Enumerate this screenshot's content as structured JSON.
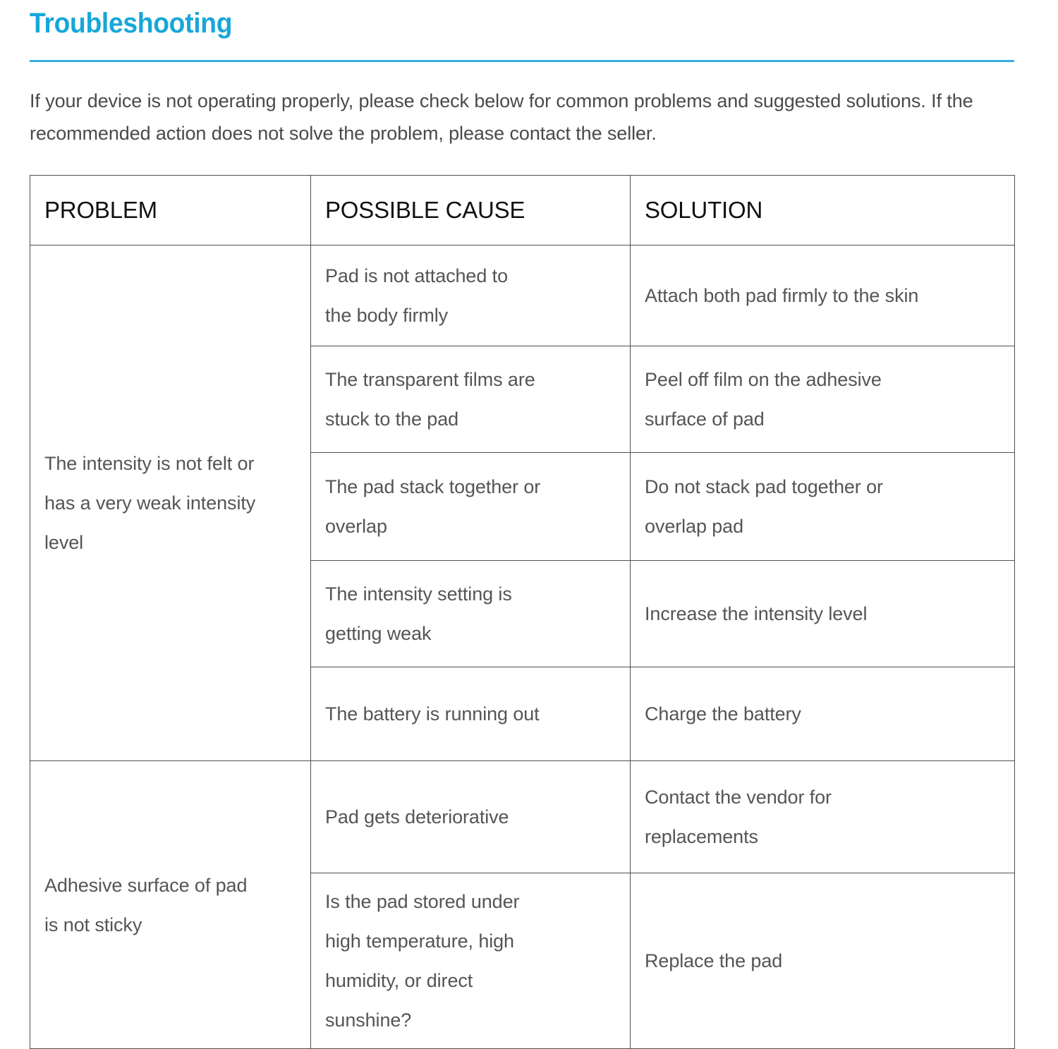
{
  "section": {
    "title": "Troubleshooting",
    "intro": "If your device is not operating properly, please check below for common problems and suggested solutions. If the recommended action does not solve the problem, please contact the seller.",
    "accent_color": "#17a7d9",
    "rule_color": "#37acdd",
    "body_text_color": "#555555",
    "border_color": "#4f4f4f"
  },
  "table": {
    "headers": {
      "problem": "PROBLEM",
      "possible_cause": "POSSIBLE CAUSE",
      "solution": "SOLUTION"
    },
    "groups": [
      {
        "problem": "The intensity is not felt or has a very weak intensity level",
        "problem_lines": [
          "The intensity is not felt or",
          "has a very weak intensity",
          "level"
        ],
        "rows": [
          {
            "cause": "Pad is not attached to the body firmly",
            "cause_lines": [
              "Pad is not attached to",
              "the body firmly"
            ],
            "solution": "Attach both pad firmly to the skin",
            "solution_lines": [
              "Attach both pad firmly to the skin"
            ]
          },
          {
            "cause": "The transparent films are stuck to the pad",
            "cause_lines": [
              "The transparent films are",
              "stuck to the pad"
            ],
            "solution": "Peel off film on the adhesive surface of pad",
            "solution_lines": [
              "Peel off film on the adhesive",
              "surface of pad"
            ]
          },
          {
            "cause": "The pad stack together or overlap",
            "cause_lines": [
              "The pad stack together or",
              "overlap"
            ],
            "solution": "Do not stack pad together or overlap pad",
            "solution_lines": [
              "Do not stack pad together or",
              "overlap pad"
            ]
          },
          {
            "cause": "The intensity setting is getting weak",
            "cause_lines": [
              "The intensity setting is",
              "getting weak"
            ],
            "solution": "Increase the intensity level",
            "solution_lines": [
              "Increase the intensity level"
            ]
          },
          {
            "cause": "The battery is running out",
            "cause_lines": [
              "The battery is running out"
            ],
            "solution": "Charge the battery",
            "solution_lines": [
              "Charge the battery"
            ]
          }
        ]
      },
      {
        "problem": "Adhesive surface of pad is not sticky",
        "problem_lines": [
          "Adhesive surface of pad",
          "is not sticky"
        ],
        "rows": [
          {
            "cause": "Pad gets deteriorative",
            "cause_lines": [
              "Pad gets deteriorative"
            ],
            "solution": "Contact the vendor for replacements",
            "solution_lines": [
              "Contact the vendor for",
              "replacements"
            ]
          },
          {
            "cause": "Is the pad stored under high temperature, high humidity, or direct sunshine?",
            "cause_lines": [
              "Is the pad stored under",
              "high temperature, high",
              "humidity, or direct",
              "sunshine?"
            ],
            "solution": "Replace the pad",
            "solution_lines": [
              "Replace the pad"
            ]
          }
        ]
      }
    ]
  }
}
